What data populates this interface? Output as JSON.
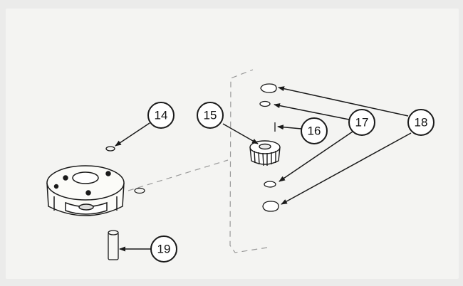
{
  "figure": {
    "background": "#ebebea",
    "panel_color": "#f4f4f2",
    "line_color": "#1a1a1a",
    "hidden_line_color": "#9a9a9a"
  },
  "callouts": {
    "c14": "14",
    "c15": "15",
    "c16": "16",
    "c17": "17",
    "c18": "18",
    "c19": "19"
  }
}
